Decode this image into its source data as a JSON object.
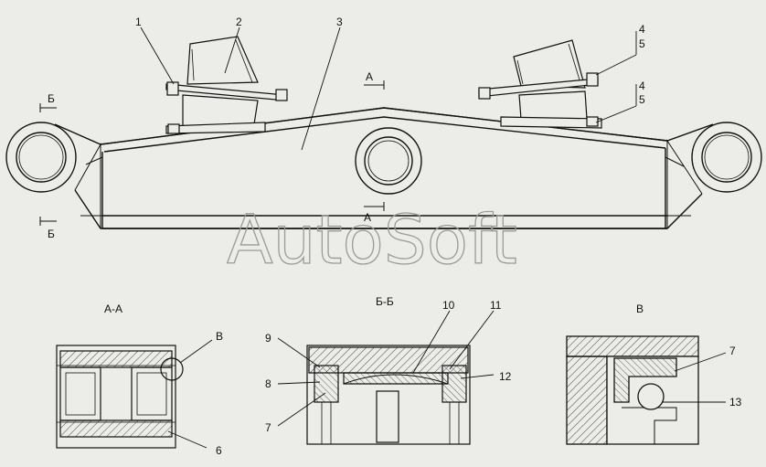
{
  "section_titles": {
    "aa": "А-А",
    "bb": "Б-Б",
    "v": "В"
  },
  "callouts": {
    "c1": "1",
    "c2": "2",
    "c3": "3",
    "c4a": "4",
    "c5a": "5",
    "c4b": "4",
    "c5b": "5",
    "c6": "6",
    "c7a": "7",
    "c7b": "7",
    "c8": "8",
    "c9": "9",
    "c10": "10",
    "c11": "11",
    "c12": "12",
    "c13": "13",
    "cv": "В"
  },
  "section_marks": {
    "a_top": "А",
    "a_bottom": "А",
    "b_top": "Б",
    "b_bottom": "Б"
  },
  "watermark": "AutoSoft"
}
